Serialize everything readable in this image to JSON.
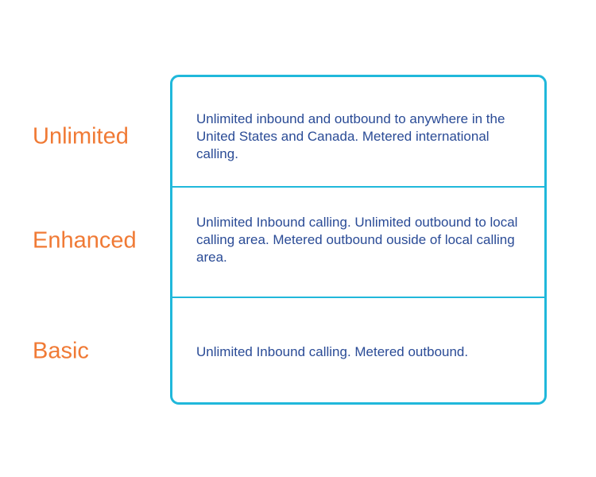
{
  "plans": [
    {
      "name": "Unlimited",
      "description": "Unlimited inbound and outbound to anywhere in the United States and Canada. Metered international calling."
    },
    {
      "name": "Enhanced",
      "description": "Unlimited Inbound calling. Unlimited outbound to local calling area. Metered outbound ouside of local calling area."
    },
    {
      "name": "Basic",
      "description": "Unlimited Inbound calling. Metered outbound."
    }
  ],
  "colors": {
    "plan_name": "#f07a35",
    "description_text": "#2a4b96",
    "border": "#20b8db",
    "background": "#ffffff"
  }
}
